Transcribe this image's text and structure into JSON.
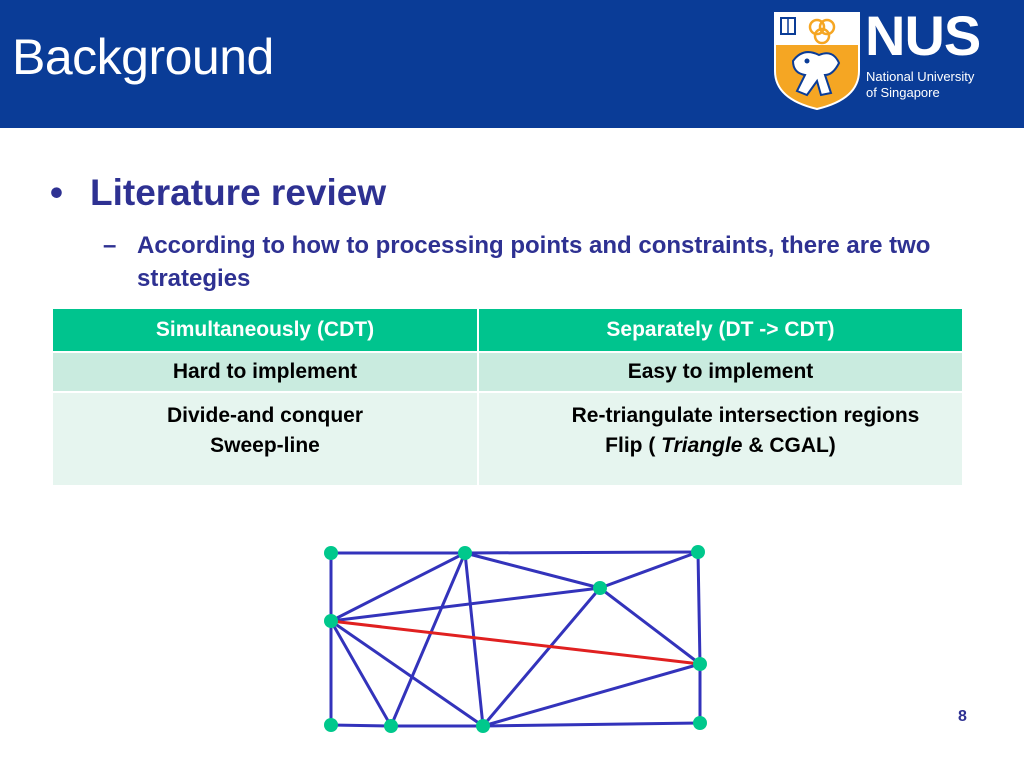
{
  "header": {
    "title": "Background",
    "logo": {
      "wordmark": "NUS",
      "line1": "National University",
      "line2": "of Singapore"
    }
  },
  "content": {
    "bullet_marker": "•",
    "bullet": "Literature review",
    "sub_marker": "–",
    "sub_bullet": "According to how to processing points and constraints, there are two strategies"
  },
  "table": {
    "headers": [
      "Simultaneously (CDT)",
      "Separately (DT -> CDT)"
    ],
    "row1": [
      "Hard to implement",
      "Easy to implement"
    ],
    "row2_col1": [
      "Divide-and conquer",
      "Sweep-line"
    ],
    "row2_col2_line1": "Re-triangulate intersection regions",
    "row2_col2_line2_pre": "Flip ( ",
    "row2_col2_line2_italic": "Triangle",
    "row2_col2_line2_post": " & CGAL)"
  },
  "colors": {
    "header_bg": "#0a3c97",
    "text_blue": "#2e3192",
    "table_header": "#00c48e",
    "edge": "#3333bb",
    "constraint_edge": "#e02020",
    "vertex": "#00c88c"
  },
  "page_number": "8"
}
